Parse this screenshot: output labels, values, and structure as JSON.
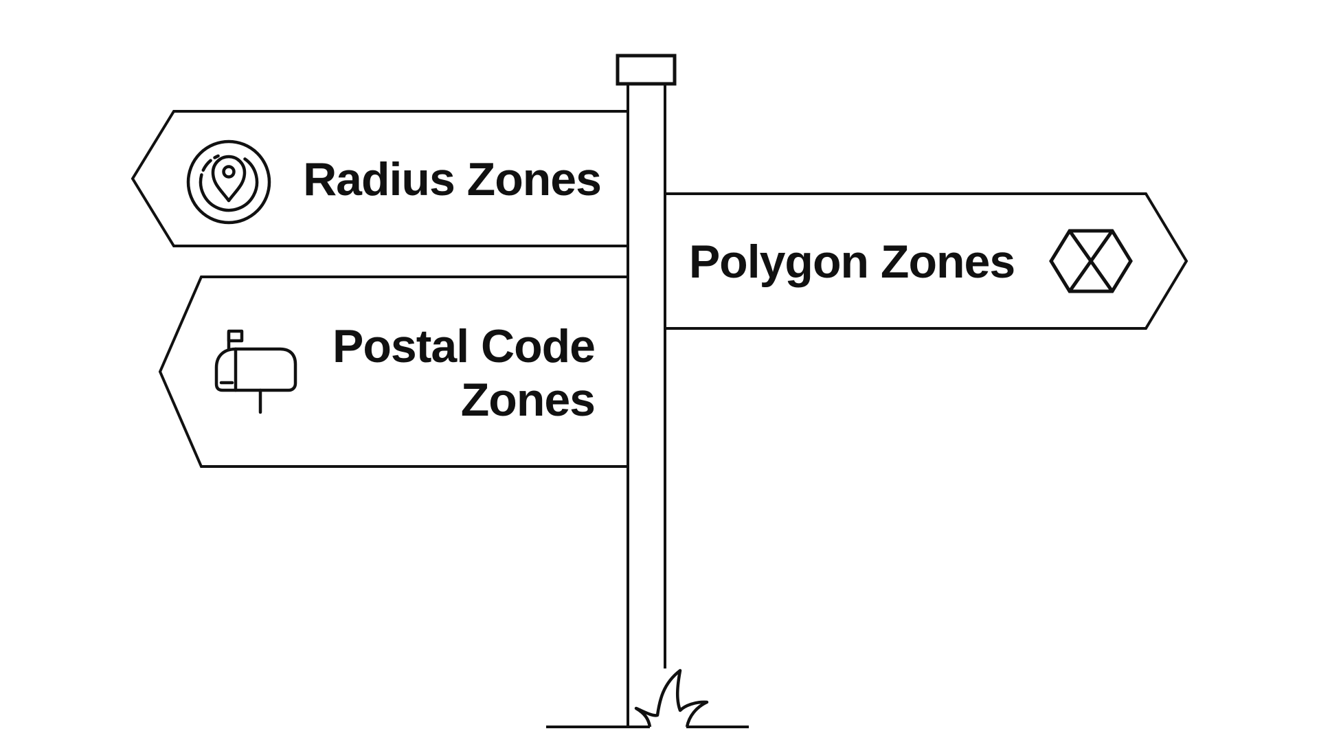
{
  "colors": {
    "background": "#ffffff",
    "line": "#111111",
    "text": "#111111"
  },
  "signs": {
    "radius": {
      "label": "Radius Zones",
      "icon": "radius-location-icon",
      "direction": "left"
    },
    "polygon": {
      "label": "Polygon Zones",
      "icon": "hexagon-x-icon",
      "direction": "right"
    },
    "postal": {
      "label_line1": "Postal Code",
      "label_line2": "Zones",
      "icon": "mailbox-icon",
      "direction": "left"
    }
  }
}
